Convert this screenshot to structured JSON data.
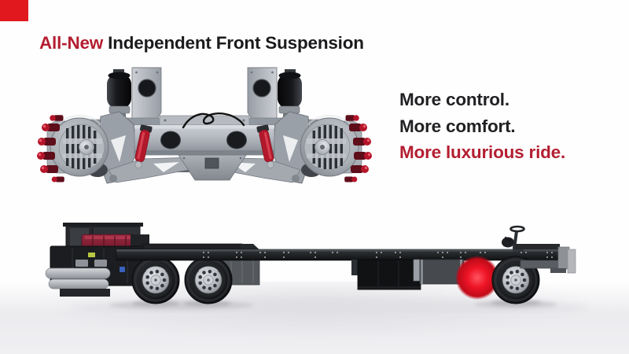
{
  "slide": {
    "background_color": "#fefefe",
    "corner_badge_color": "#e2181f"
  },
  "title": {
    "highlight": "All-New",
    "rest": " Independent Front Suspension",
    "highlight_color": "#b41e31",
    "text_color": "#1b1b1d"
  },
  "benefits": {
    "lines": [
      {
        "text": "More control.",
        "color": "#212124"
      },
      {
        "text": "More comfort.",
        "color": "#212124"
      },
      {
        "text": "More luxurious ride.",
        "color": "#b41e31"
      }
    ]
  },
  "illustrations": {
    "suspension": "Independent front suspension assembly render with air springs, red shock absorbers and brake hubs",
    "chassis": "Rear-engine bus chassis side view",
    "highlight_color": "#e81726",
    "shock_absorber_color": "#b2182b",
    "metal_color": "#b0b5bc",
    "frame_color": "#1a1c1f"
  }
}
